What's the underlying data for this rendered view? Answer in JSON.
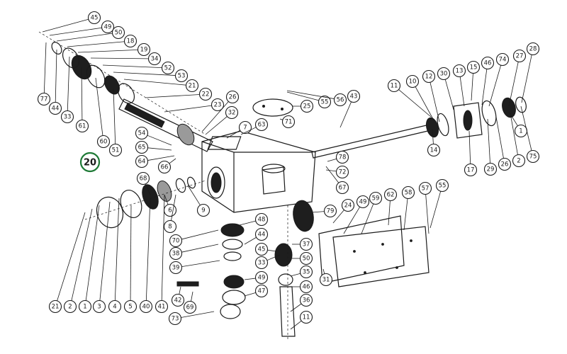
{
  "figure": {
    "number_label": "20",
    "number_color": "#1e7a36",
    "ink_color": "#1a1a1a"
  },
  "callouts": [
    "45",
    "49",
    "50",
    "18",
    "19",
    "34",
    "52",
    "53",
    "21",
    "22",
    "23",
    "26",
    "32",
    "7",
    "63",
    "71",
    "25",
    "55",
    "56",
    "43",
    "11",
    "10",
    "12",
    "30",
    "13",
    "15",
    "46",
    "74",
    "27",
    "28",
    "1",
    "75",
    "2",
    "26",
    "29",
    "17",
    "14",
    "77",
    "44",
    "33",
    "61",
    "60",
    "51",
    "54",
    "65",
    "64",
    "66",
    "68",
    "6",
    "8",
    "9",
    "78",
    "72",
    "67",
    "21",
    "2",
    "1",
    "3",
    "4",
    "5",
    "40",
    "41",
    "42",
    "69",
    "73",
    "70",
    "38",
    "39",
    "48",
    "44",
    "45",
    "33",
    "49",
    "47",
    "46",
    "36",
    "11",
    "37",
    "50",
    "35",
    "31",
    "79",
    "24",
    "49",
    "59",
    "62",
    "58",
    "57",
    "55",
    "56"
  ]
}
